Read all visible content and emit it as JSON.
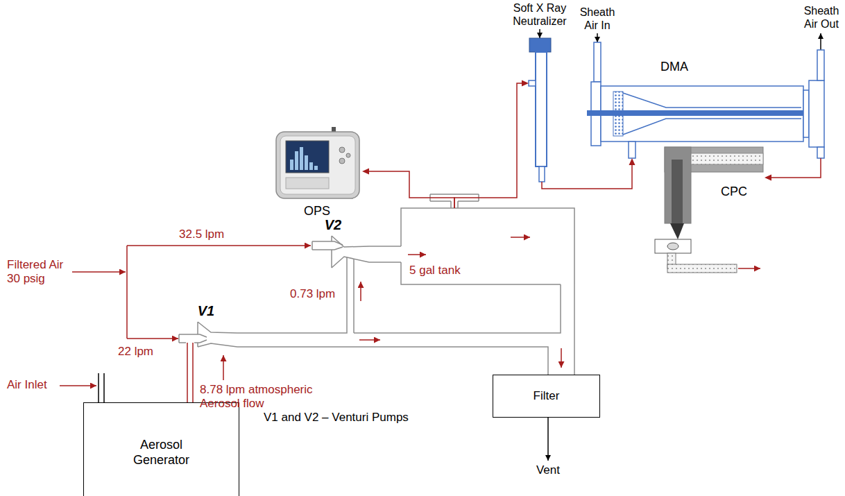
{
  "diagram": {
    "nodes": [
      {
        "text": [
          "Soft X Ray Neutralizer"
        ]
      },
      {
        "text": [
          "DMA"
        ]
      },
      {
        "text": [
          "OPS"
        ]
      },
      {
        "text": [
          "CPC"
        ]
      },
      {
        "text": [
          "V2"
        ]
      },
      {
        "text": [
          "5 gal tank"
        ]
      },
      {
        "text": [
          "V1"
        ]
      },
      {
        "text": [
          "Filter"
        ]
      },
      {
        "text": [
          "Aerosol Generator"
        ]
      }
    ],
    "edges": [
      {
        "from": 5,
        "to": 2,
        "arrow": "to"
      },
      {
        "from": 5,
        "to": 0,
        "arrow": "to"
      },
      {
        "from": 0,
        "to": 1,
        "arrow": "to"
      },
      {
        "from": 1,
        "to": 3,
        "arrow": "to"
      },
      {
        "from": 4,
        "to": 5,
        "arrow": "none"
      },
      {
        "from": 6,
        "to": 4,
        "arrow": "none"
      },
      {
        "from": 6,
        "to": 7,
        "arrow": "none"
      },
      {
        "from": 5,
        "to": 7,
        "arrow": "none"
      },
      {
        "from": 8,
        "to": 6,
        "arrow": "none"
      }
    ],
    "labels": [
      "Sheath Air In",
      "Sheath Air Out",
      "32.5 lpm",
      "Filtered Air 30 psig",
      "0.73 lpm",
      "22 lpm",
      "8.78 lpm atmospheric Aerosol flow",
      "Air Inlet",
      "V1 and V2 – Venturi Pumps",
      "Vent"
    ]
  }
}
